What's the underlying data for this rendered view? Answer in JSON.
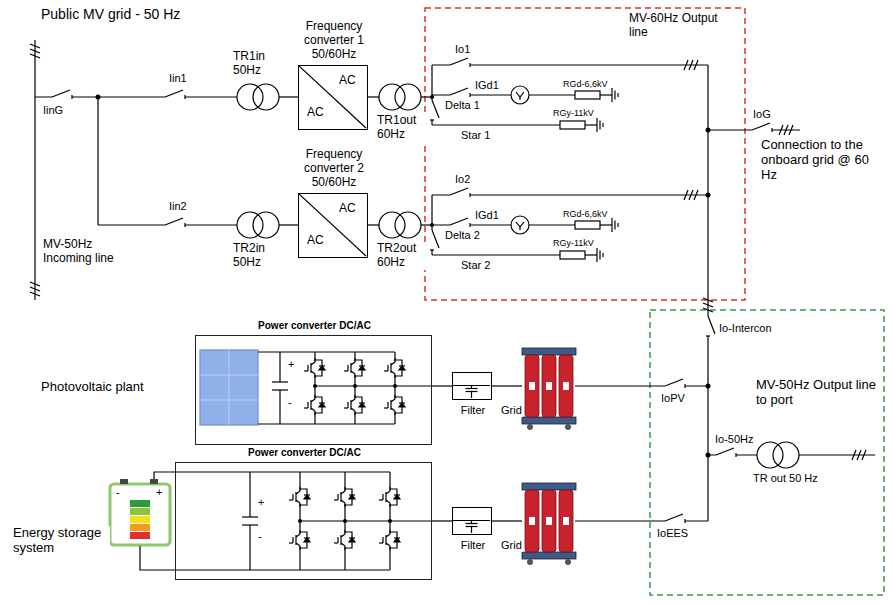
{
  "diagram": {
    "nodes": [
      {
        "text": [
          "Frequency converter 1 50/60Hz",
          "AC",
          "AC"
        ]
      },
      {
        "text": [
          "Frequency converter 2 50/60Hz",
          "AC",
          "AC"
        ]
      },
      {
        "text": [
          "Power converter DC/AC"
        ]
      },
      {
        "text": [
          "Filter"
        ]
      },
      {
        "text": [
          "Power converter DC/AC"
        ]
      },
      {
        "text": [
          "Filter"
        ]
      }
    ],
    "edges": [
      {
        "from": 2,
        "to": 3,
        "arrow": "none"
      },
      {
        "from": 4,
        "to": 5,
        "arrow": "none"
      }
    ],
    "labels": [
      "Public MV grid - 50 Hz",
      "IinG",
      "Iin1",
      "Iin2",
      "MV-50Hz Incoming line",
      "TR1in 50Hz",
      "TR1out 60Hz",
      "TR2in 50Hz",
      "TR2out 60Hz",
      "Io1",
      "IGd1",
      "RGd-6,6kV",
      "Delta 1",
      "Star 1",
      "RGy-11kV",
      "MV-60Hz Output line",
      "Io2",
      "IGd1",
      "RGd-6,6kV",
      "Delta 2",
      "Star 2",
      "RGy-11kV",
      "IoG",
      "Connection to the onboard grid @ 60 Hz",
      "Io-Intercon",
      "Photovoltaic plant",
      "Energy storage system",
      "Grid",
      "Grid",
      "IoPV",
      "IoEES",
      "Io-50Hz",
      "TR out 50 Hz",
      "MV-50Hz Output line to port",
      "+",
      "-",
      "+",
      "-",
      "-",
      "+"
    ]
  }
}
